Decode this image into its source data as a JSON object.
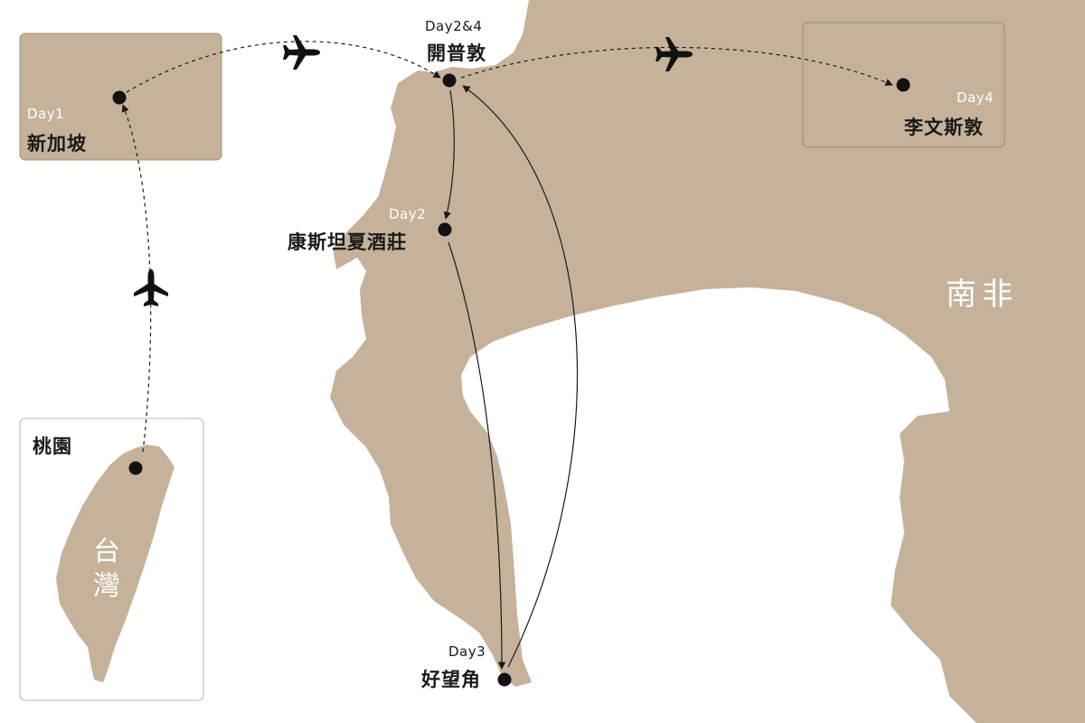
{
  "map": {
    "country_label": "南非",
    "inset_label": "台灣",
    "land_color": "#c6b29a",
    "line_color": "#1a1a1a"
  },
  "locations": {
    "taoyuan": {
      "name": "桃園"
    },
    "singapore": {
      "day": "Day1",
      "name": "新加坡"
    },
    "cape_town": {
      "day": "Day2&4",
      "name": "開普敦"
    },
    "constantia": {
      "day": "Day2",
      "name": "康斯坦夏酒莊"
    },
    "cape_point": {
      "day": "Day3",
      "name": "好望角"
    },
    "livingstone": {
      "day": "Day4",
      "name": "李文斯敦"
    }
  },
  "icons": [
    "airplane-icon",
    "location-dot-icon"
  ]
}
